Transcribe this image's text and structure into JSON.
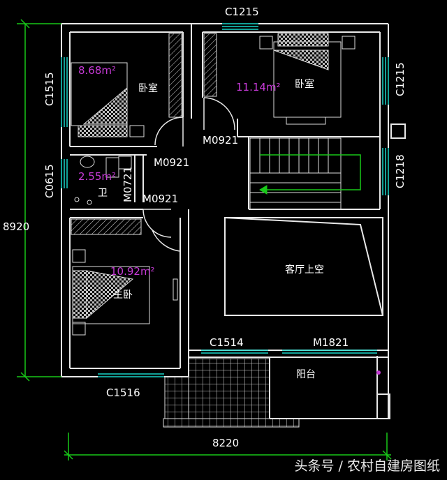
{
  "colors": {
    "background": "#000000",
    "wall": "#e8e8e8",
    "window": "#19d6c8",
    "dimension": "#19c819",
    "area_text": "#c63ad6",
    "stair_arrow": "#19c819"
  },
  "dimensions": {
    "overall_height": "8920",
    "overall_width": "8220"
  },
  "window_tags": {
    "top": "C1215",
    "left_upper": "C1515",
    "left_lower": "C0615",
    "right_upper": "C1215",
    "right_lower": "C1218",
    "bottom_mid": "C1514",
    "bottom_left": "C1516"
  },
  "door_tags": {
    "upper_right": "M0921",
    "upper_left": "M0921",
    "bathroom_vertical": "M0721",
    "lower_left": "M0921",
    "balcony": "M1821"
  },
  "rooms": {
    "bedroom_small": {
      "area": "8.68m²",
      "name": "卧室"
    },
    "bedroom_large": {
      "area": "11.14m²",
      "name": "卧室"
    },
    "bathroom": {
      "area": "2.55m²",
      "name": "卫"
    },
    "master_bedroom": {
      "area": "10.92m²",
      "name": "主卧"
    },
    "living_void": {
      "name": "客厅上空"
    },
    "balcony": {
      "name": "阳台"
    }
  },
  "watermark": "头条号 / 农村自建房图纸"
}
